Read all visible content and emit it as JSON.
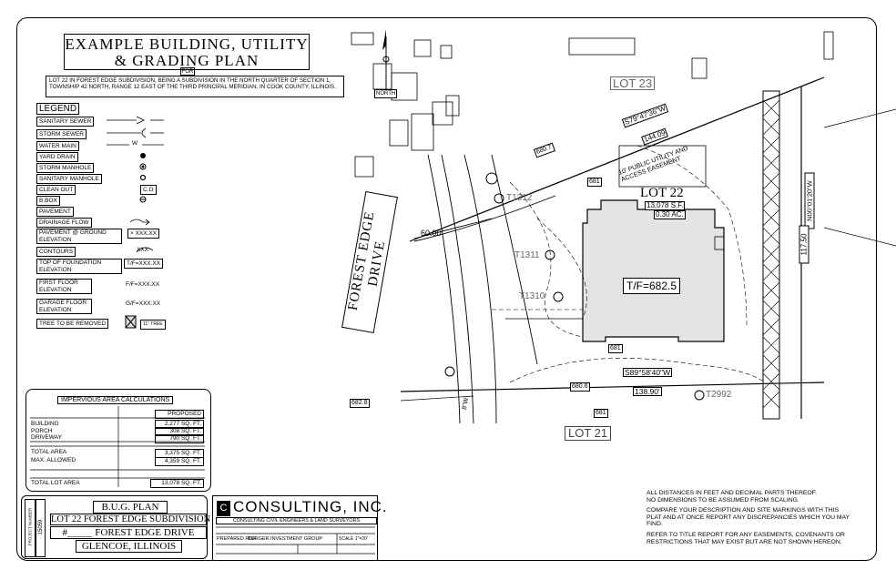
{
  "title": {
    "line1": "EXAMPLE BUILDING, UTILITY",
    "line2": "& GRADING PLAN",
    "for": "FOR"
  },
  "description": "LOT 22 IN FOREST EDGE SUBDIVISION, BEING A SUBDIVISION IN THE NORTH QUARTER OF SECTION 1, TOWNSHIP 42 NORTH, RANGE 12 EAST OF THE THIRD PRINCIPAL MERIDIAN, IN COOK COUNTY, ILLINOIS.",
  "legend": {
    "title": "LEGEND",
    "items": [
      {
        "label": "SANITARY SEWER"
      },
      {
        "label": "STORM SEWER"
      },
      {
        "label": "WATER MAIN",
        "symbol": "W"
      },
      {
        "label": "YARD DRAIN",
        "symbol": "●"
      },
      {
        "label": "STORM MANHOLE",
        "symbol": "◉"
      },
      {
        "label": "SANITARY MANHOLE",
        "symbol": "⊛"
      },
      {
        "label": "CLEAN OUT",
        "symbol": "C.O"
      },
      {
        "label": "B.BOX",
        "symbol": "⊕"
      },
      {
        "label": "PAVEMENT"
      },
      {
        "label": "DRAINAGE FLOW",
        "symbol": "⌒→"
      },
      {
        "label": "PAVEMENT @ GROUND ELEVATION",
        "symbol": "× XXX.XX"
      },
      {
        "label": "CONTOURS",
        "symbol": "XXX"
      },
      {
        "label": "TOP OF FOUNDATION ELEVATION",
        "symbol": "T/F=XXX.XX"
      },
      {
        "label": "FIRST FLOOR ELEVATION",
        "symbol": "F/F=XXX.XX"
      },
      {
        "label": "GARAGE FLOOR ELEVATION",
        "symbol": "G/F=XXX.XX"
      },
      {
        "label": "TREE TO BE REMOVED",
        "symbol": "X",
        "note": "11\" TREE"
      }
    ]
  },
  "impervious": {
    "title": "IMPERVIOUS AREA CALCULATIONS",
    "header": "PROPOSED",
    "rows": [
      {
        "label": "BUILDING",
        "value": "2,277 SQ. FT."
      },
      {
        "label": "PORCH",
        "value": "308 SQ. FT."
      },
      {
        "label": "DRIVEWAY",
        "value": "790 SQ. FT."
      },
      {
        "label": "TOTAL AREA",
        "value": "3,375 SQ. FT."
      },
      {
        "label": "MAX. ALLOWED",
        "value": "4,359 SQ. FT."
      },
      {
        "label": "TOTAL LOT AREA",
        "value": "13,078 SQ. FT."
      }
    ]
  },
  "title_block": {
    "plan": "B.U.G. PLAN",
    "lot": "LOT 22 FOREST EDGE SUBDIVISION",
    "address": "#_____ FOREST EDGE DRIVE",
    "city": "GLENCOE, ILLINOIS",
    "project_no": "PROJECT NUMBER",
    "job": "15059"
  },
  "firm": {
    "name": "CONSULTING, INC.",
    "sub": "CONSULTING CIVIL ENGINEERS & LAND SURVEYORS",
    "prepared": "PREPARED FOR",
    "client": "BURGER INVESTMENT GROUP",
    "scale": "SCALE 1\"=20'"
  },
  "notes": [
    "ALL DISTANCES IN FEET AND DECIMAL PARTS THEREOF.",
    "NO DIMENSIONS TO BE ASSUMED FROM SCALING.",
    "COMPARE YOUR DESCRIPTION AND SITE MARKINGS WITH THIS PLAT AND AT ONCE REPORT ANY DISCREPANCIES WHICH YOU MAY FIND.",
    "REFER TO TITLE REPORT FOR ANY EASEMENTS, COVENANTS OR RESTRICTIONS THAT MAY EXIST BUT ARE NOT SHOWN HEREON."
  ],
  "plan": {
    "north": "NORTH",
    "road": "FOREST EDGE DRIVE",
    "lot23": "LOT 23",
    "lot22": "LOT 22",
    "lot22_area": "13,078 S.F.",
    "lot22_acres": "0.30 AC.",
    "lot21": "LOT 21",
    "easement": "10' PUBLIC UTILITY AND ACCESS EASEMENT",
    "tf": "T/F=682.5",
    "bearing_n": "S79°47'36\"W",
    "dist_n": "144.09",
    "bearing_s": "S89°58'40\"W",
    "dist_s": "138.90'",
    "bearing_e": "N00°01'20\"W",
    "dist_e": "117.50",
    "trees": [
      "T1312",
      "T1311",
      "T1310",
      "T2992"
    ],
    "spot": [
      "680.7",
      "681",
      "681",
      "680.6",
      "681",
      "682.8"
    ],
    "curve": "60.00'",
    "road_label": "8\"W"
  }
}
